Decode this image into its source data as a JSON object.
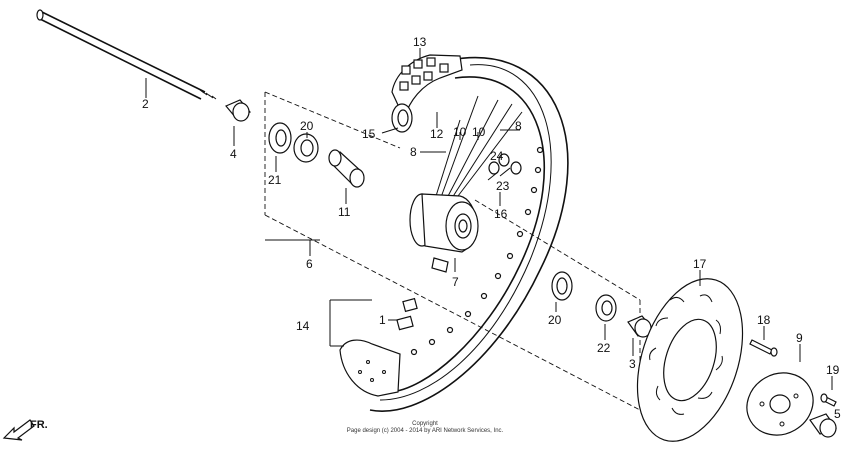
{
  "diagram": {
    "callouts": [
      "1",
      "2",
      "3",
      "4",
      "5",
      "6",
      "7",
      "8",
      "8",
      "9",
      "10",
      "10",
      "11",
      "12",
      "13",
      "14",
      "15",
      "16",
      "17",
      "18",
      "19",
      "20",
      "20",
      "21",
      "22",
      "23",
      "24"
    ],
    "direction_label": "FR.",
    "copyright": [
      "Copyright",
      "Page design (c) 2004 - 2014 by ARI Network Services, Inc."
    ]
  }
}
